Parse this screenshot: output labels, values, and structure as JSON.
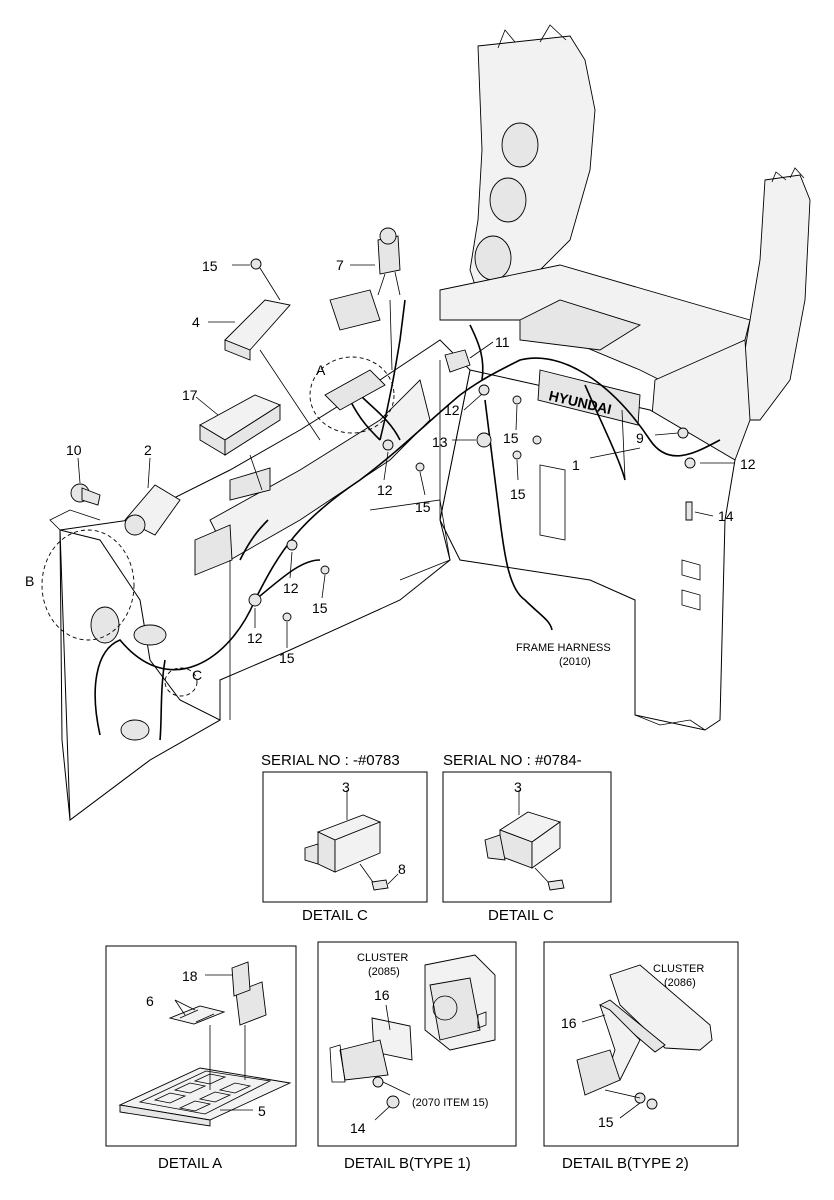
{
  "labels": {
    "p1": "1",
    "p2": "2",
    "p3a": "3",
    "p3b": "3",
    "p4": "4",
    "p5": "5",
    "p6": "6",
    "p7": "7",
    "p8": "8",
    "p9": "9",
    "p10": "10",
    "p11": "11",
    "p12a": "12",
    "p12b": "12",
    "p12c": "12",
    "p12d": "12",
    "p12e": "12",
    "p13": "13",
    "p14a": "14",
    "p14b": "14",
    "p15a": "15",
    "p15b": "15",
    "p15c": "15",
    "p15d": "15",
    "p15e": "15",
    "p15f": "15",
    "p15g": "15",
    "p16a": "16",
    "p16b": "16",
    "p17": "17",
    "p18": "18",
    "letterA": "A",
    "letterB": "B",
    "letterC": "C"
  },
  "brand_plate": "HYUNDAI",
  "frame_harness": {
    "line1": "FRAME HARNESS",
    "line2": "(2010)"
  },
  "serial_left": "SERIAL NO : -#0783",
  "serial_right": "SERIAL NO : #0784-",
  "detail_c_left": "DETAIL C",
  "detail_c_right": "DETAIL C",
  "detail_a": "DETAIL  A",
  "detail_b1": "DETAIL  B(TYPE 1)",
  "detail_b2": "DETAIL  B(TYPE 2)",
  "cluster1": {
    "line1": "CLUSTER",
    "line2": "(2085)"
  },
  "cluster2": {
    "line1": "CLUSTER",
    "line2": "(2086)"
  },
  "item15_note": "(2070 ITEM 15)"
}
